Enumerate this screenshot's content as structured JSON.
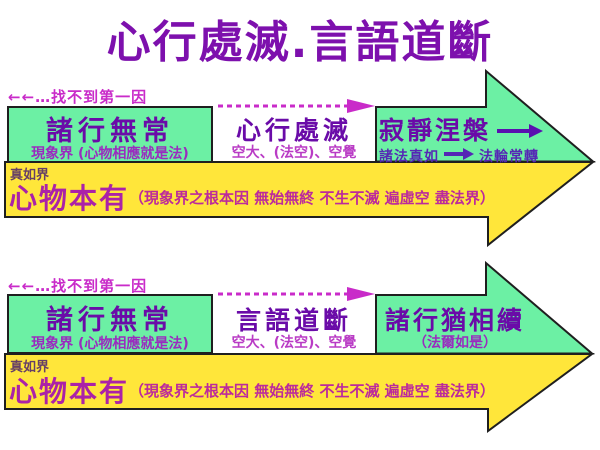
{
  "title": "心行處滅.言語道斷",
  "colors": {
    "title": "#7D10AD",
    "green_fill": "#6CF0A4",
    "yellow_fill": "#FFE63A",
    "outline": "#1F1F1F",
    "box_title": "#6A0BA8",
    "magenta": "#C92BC9",
    "sub_purple": "#9A2BBF",
    "sub_magenta": "#B93BC5",
    "indigo": "#5527B5",
    "arrow_violet": "#5A10B0",
    "label_dark": "#664066",
    "main_magenta": "#AB22A8",
    "detail_magenta": "#BC2A9C"
  },
  "diagram1": {
    "caption": "←←…找不到第一因",
    "box1": {
      "title": "諸行無常",
      "subtitle": "現象界 (心物相應就是法)"
    },
    "middle": {
      "title": "心行處滅",
      "subtitle": "空大、(法空)、空覺"
    },
    "right": {
      "title": "寂靜涅槃",
      "subtitle_left": "諸法真如",
      "subtitle_right": "法輪常轉"
    },
    "yellow": {
      "label": "真如界",
      "main": "心物本有",
      "detail": "（現象界之根本因 無始無終 不生不滅 遍虛空 盡法界）"
    }
  },
  "diagram2": {
    "caption": "←←…找不到第一因",
    "box1": {
      "title": "諸行無常",
      "subtitle": "現象界 (心物相應就是法)"
    },
    "middle": {
      "title": "言語道斷",
      "subtitle": "空大、(法空)、空覺"
    },
    "right": {
      "title": "諸行猶相續",
      "subtitle": "（法爾如是）"
    },
    "yellow": {
      "label": "真如界",
      "main": "心物本有",
      "detail": "（現象界之根本因 無始無終 不生不滅 遍虛空 盡法界）"
    }
  }
}
